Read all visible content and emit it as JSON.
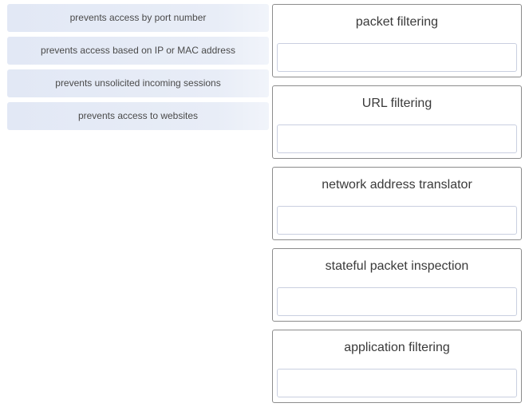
{
  "options": [
    {
      "label": "prevents access by port number"
    },
    {
      "label": "prevents access based on IP or MAC address"
    },
    {
      "label": "prevents unsolicited incoming sessions"
    },
    {
      "label": "prevents access to websites"
    }
  ],
  "targets": [
    {
      "label": "packet filtering"
    },
    {
      "label": "URL filtering"
    },
    {
      "label": "network address translator"
    },
    {
      "label": "stateful packet inspection"
    },
    {
      "label": "application filtering"
    }
  ]
}
